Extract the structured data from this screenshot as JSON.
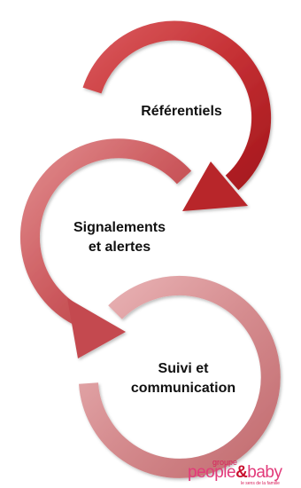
{
  "steps": [
    {
      "lines": [
        "Référentiels"
      ],
      "color": "#c8363a"
    },
    {
      "lines": [
        "Signalements",
        "et alertes"
      ],
      "color": "#cc5a5e"
    },
    {
      "lines": [
        "Suivi et",
        "communication"
      ],
      "color": "#d58c8f"
    }
  ],
  "logo": {
    "groupe": "groupe",
    "brand_part1": "people",
    "brand_amp": "&",
    "brand_part2": "baby",
    "tagline": "le sens de la famille"
  }
}
